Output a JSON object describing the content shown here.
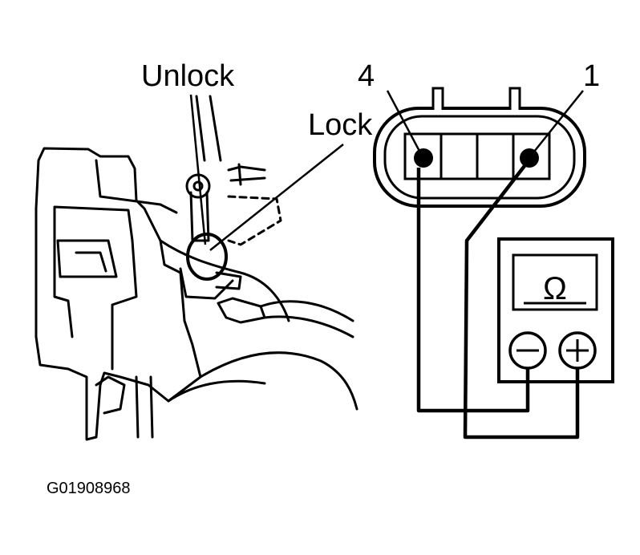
{
  "labels": {
    "unlock": "Unlock",
    "lock": "Lock",
    "pin_left": "4",
    "pin_right": "1",
    "ohm_symbol": "Ω",
    "minus": "−",
    "plus": "+",
    "figure_code": "G01908968"
  }
}
